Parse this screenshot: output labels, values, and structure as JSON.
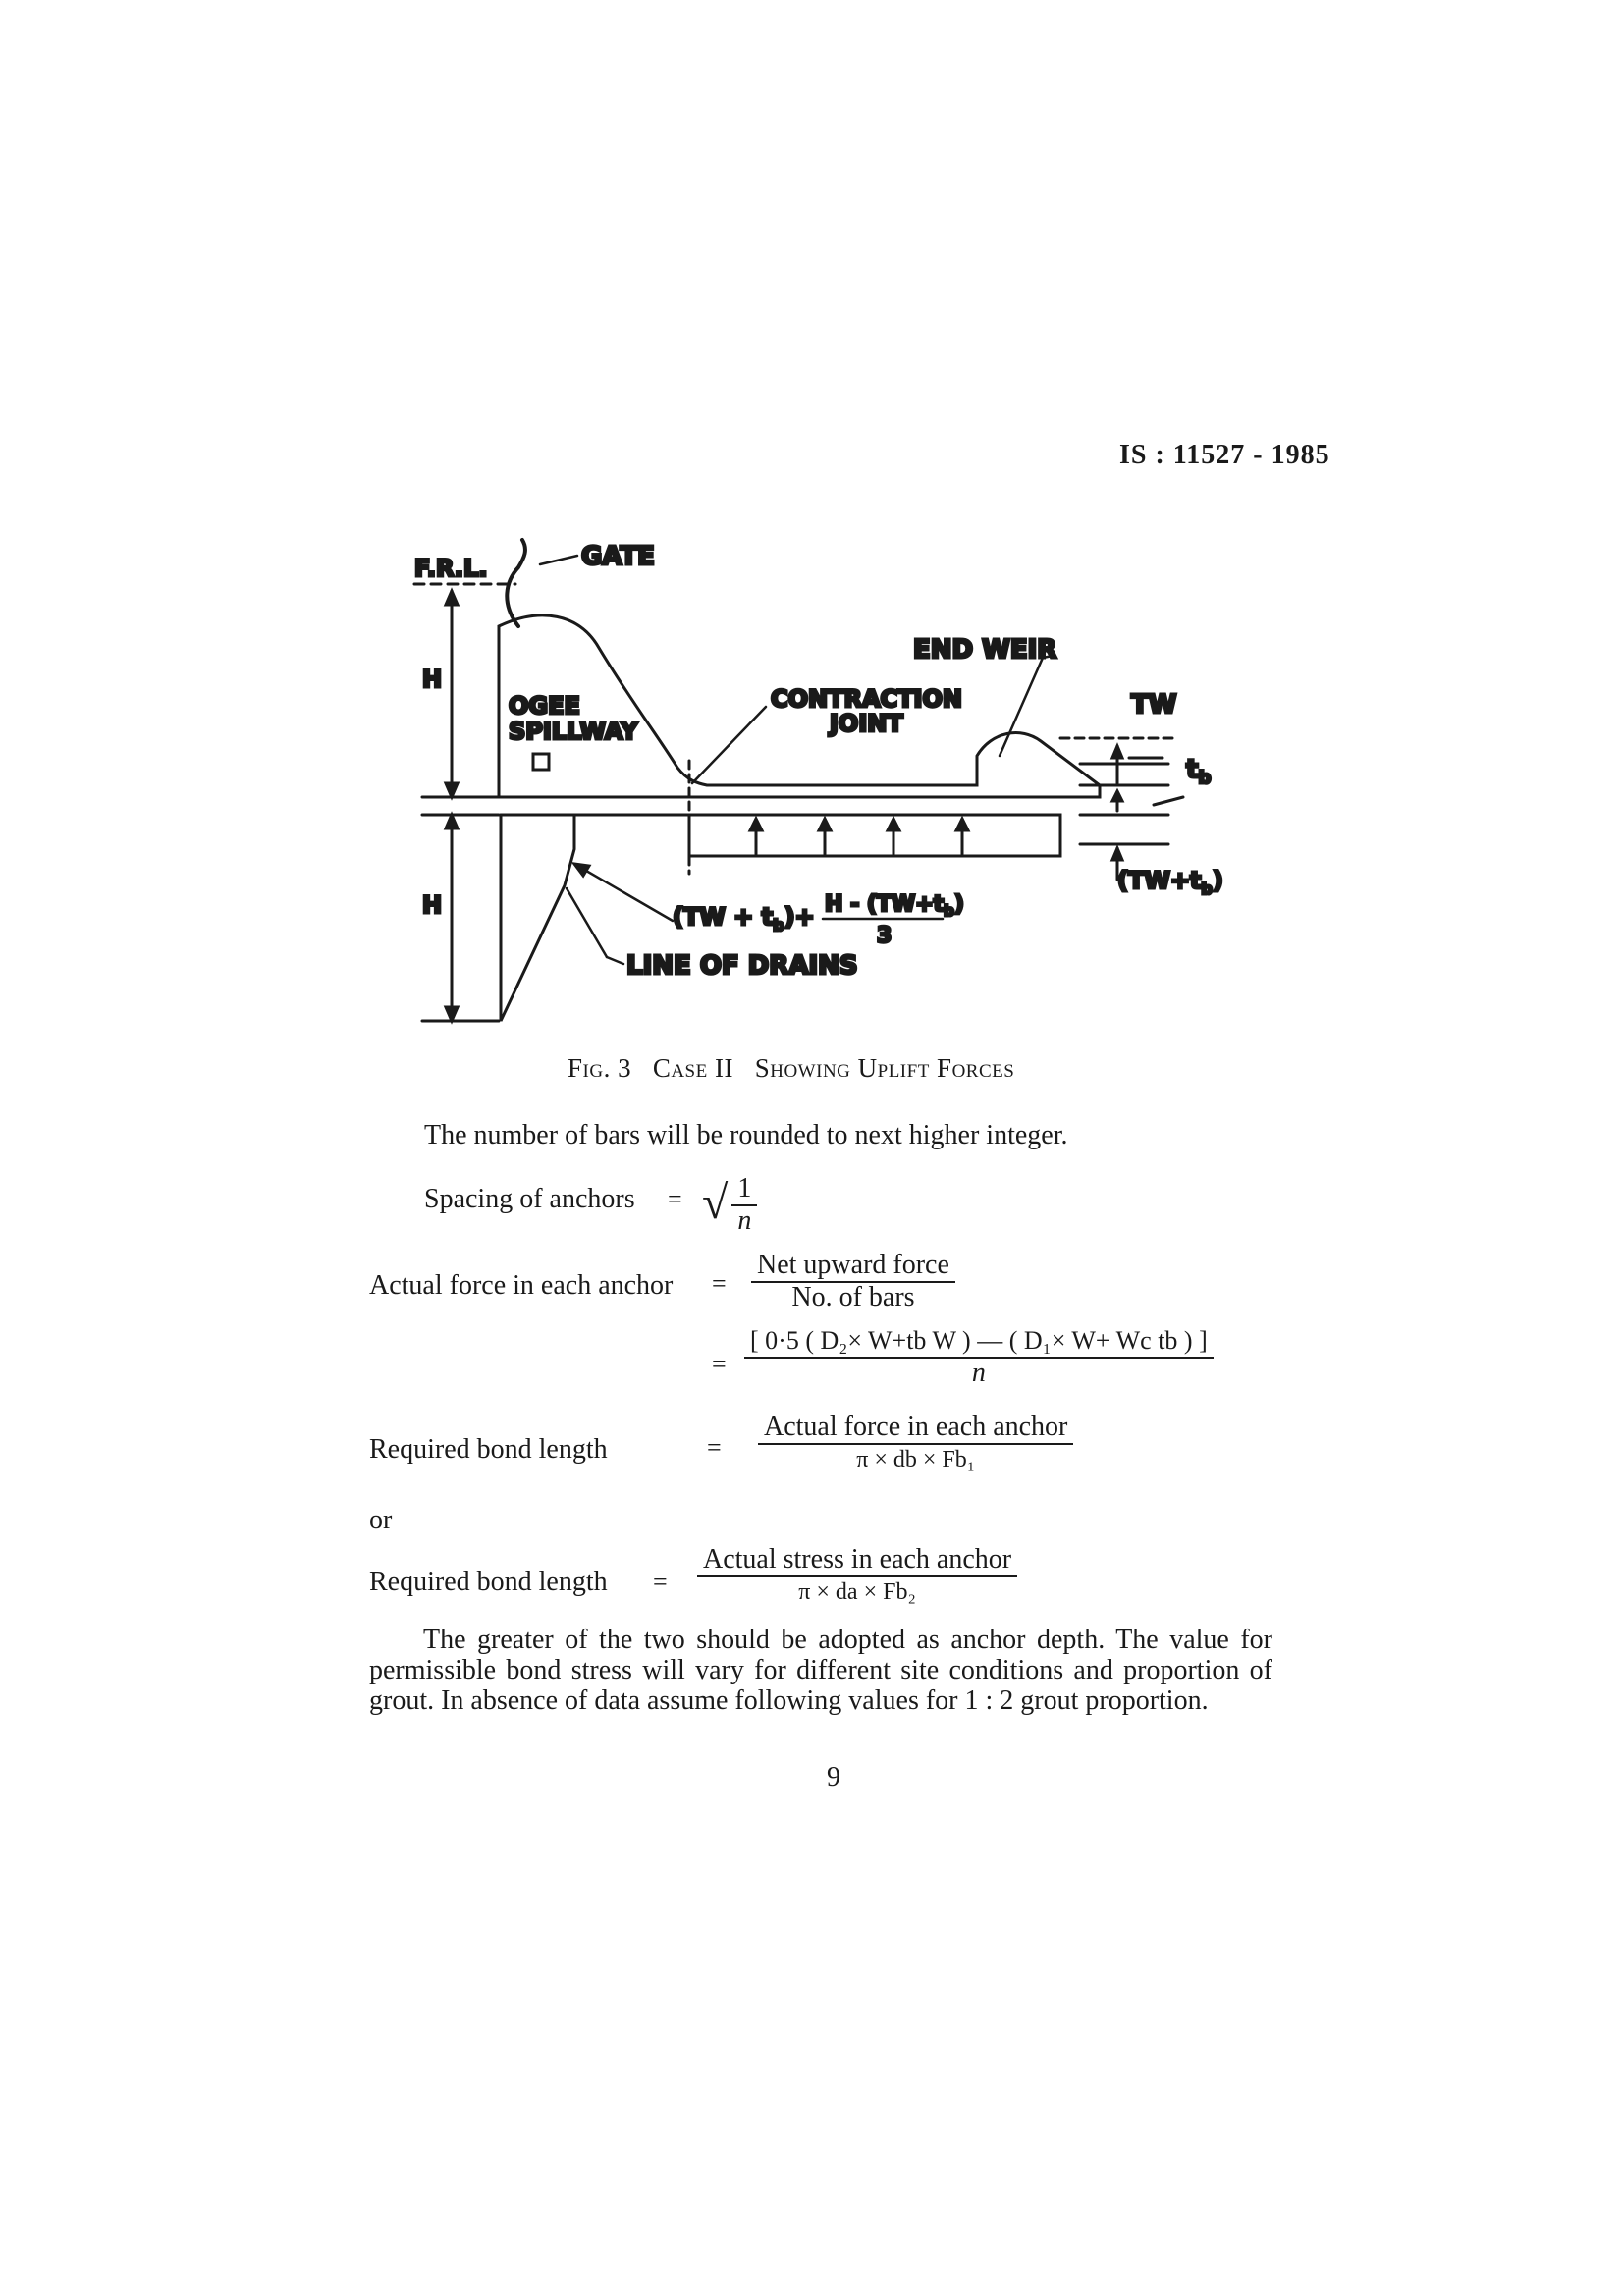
{
  "header": {
    "standard": "IS : 11527 - 1985"
  },
  "figure": {
    "labels": {
      "frl": "F.R.L.",
      "gate": "GATE",
      "end_weir": "END WEIR",
      "ogee_line1": "OGEE",
      "ogee_line2": "SPILLWAY",
      "contraction_line1": "CONTRACTION",
      "contraction_line2": "JOINT",
      "tw": "TW",
      "tb": "t",
      "tb_sub": "b",
      "h_upper": "H",
      "h_lower": "H",
      "uplift_expr_a": "(TW + t",
      "uplift_expr_b": ")+",
      "uplift_num": "H - (TW+t",
      "uplift_num_end": ")",
      "uplift_den": "3",
      "tw_tb_a": "(TW+t",
      "tw_tb_b": ")",
      "line_of_drains": "LINE OF DRAINS"
    },
    "caption": {
      "prefix": "Fig. 3",
      "case": "Case II",
      "title": "Showing Uplift Forces"
    }
  },
  "body": {
    "rounding_note": "The number of bars will be rounded to next higher integer.",
    "spacing": {
      "label": "Spacing of anchors",
      "eq": "=",
      "num": "1",
      "den": "n"
    },
    "actual_force": {
      "label": "Actual force in each anchor",
      "eq": "=",
      "num": "Net upward force",
      "den": "No. of bars",
      "eq2": "=",
      "num2": "[ 0·5 ( D₂× W+tb W ) — ( D₁× W+ Wc tb ) ]",
      "den2": "n"
    },
    "bond1": {
      "label": "Required bond length",
      "eq": "=",
      "num": "Actual force in each anchor",
      "den": "π × db × Fb₁"
    },
    "or": "or",
    "bond2": {
      "label": "Required bond length",
      "eq": "=",
      "num": "Actual stress in each anchor",
      "den": "π × da × Fb₂"
    },
    "conclusion": "The greater of the two should be adopted as anchor depth. The value for permissible bond stress will vary for different site conditions and proportion of grout. In absence of data assume following values for 1 : 2 grout proportion."
  },
  "footer": {
    "page_number": "9"
  }
}
